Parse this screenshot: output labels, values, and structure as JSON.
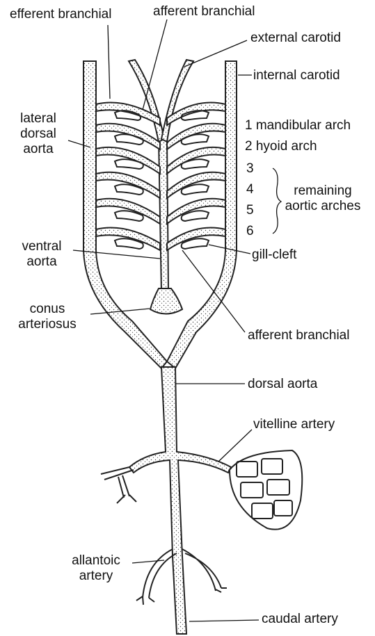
{
  "title": "",
  "labels": {
    "efferent_branchial_top": "efferent branchial",
    "afferent_branchial_top": "afferent branchial",
    "external_carotid": "external carotid",
    "internal_carotid": "internal carotid",
    "lateral_dorsal_aorta": [
      "lateral",
      "dorsal",
      "aorta"
    ],
    "arch_1": "1 mandibular arch",
    "arch_2": "2 hyoid arch",
    "arch_numbers": [
      "3",
      "4",
      "5",
      "6"
    ],
    "remaining": [
      "remaining",
      "aortic arches"
    ],
    "ventral_aorta": [
      "ventral",
      "aorta"
    ],
    "gill_cleft": "gill-cleft",
    "conus": [
      "conus",
      "arteriosus"
    ],
    "afferent_branchial_bottom": "afferent branchial",
    "dorsal_aorta": "dorsal aorta",
    "vitelline_artery": "vitelline artery",
    "allantoic_artery": [
      "allantoic",
      "artery"
    ],
    "caudal_artery": "caudal artery"
  },
  "colors": {
    "line": "#222222",
    "text": "#111111",
    "stipple": "#444444"
  }
}
